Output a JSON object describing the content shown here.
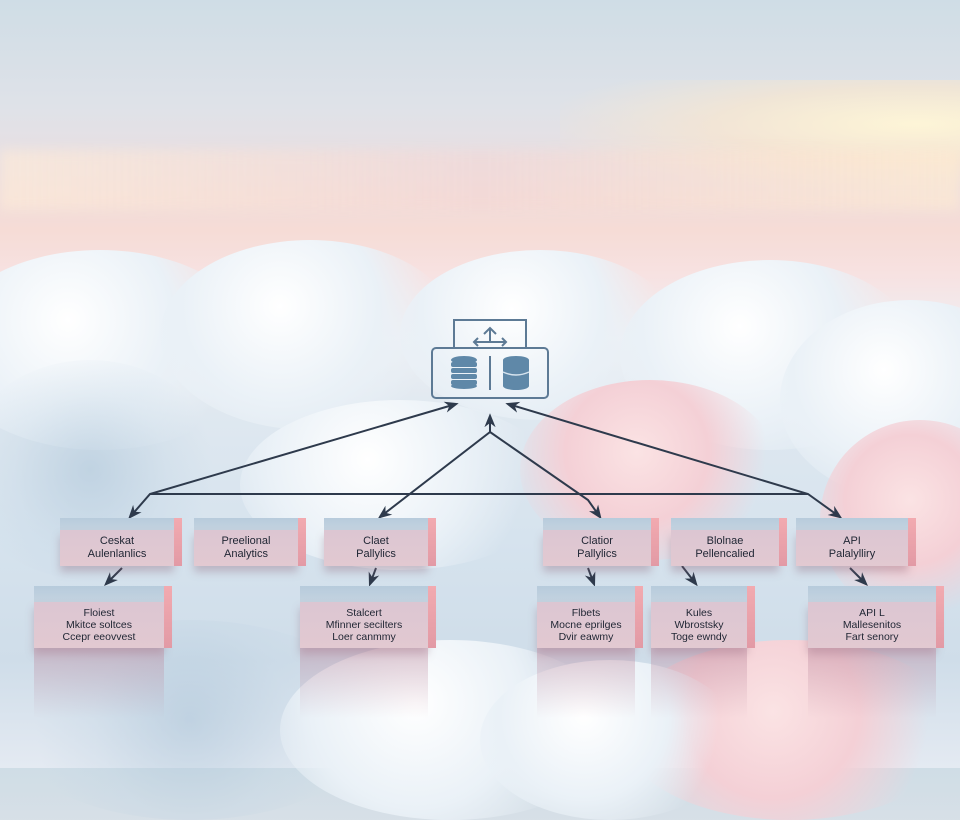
{
  "diagram": {
    "hub": {
      "label": "",
      "icons": [
        "database-stack-icon",
        "database-cylinder-icon",
        "bidirectional-sync-icon"
      ]
    },
    "tier1": [
      {
        "id": "t1-0",
        "lines": [
          "Ceskat",
          "Aulenlanlics"
        ]
      },
      {
        "id": "t1-1",
        "lines": [
          "Preelional",
          "Analytics"
        ]
      },
      {
        "id": "t1-2",
        "lines": [
          "Claet",
          "Pallylics"
        ]
      },
      {
        "id": "t1-3",
        "lines": [
          "Clatior",
          "Pallylics"
        ]
      },
      {
        "id": "t1-4",
        "lines": [
          "Blolnae",
          "Pellencalied"
        ]
      },
      {
        "id": "t1-5",
        "lines": [
          "API",
          "Palalylliry"
        ]
      }
    ],
    "tier2": [
      {
        "id": "t2-0",
        "lines": [
          "Floiest",
          "Mkitce soltces",
          "Ccepr eeovvest"
        ]
      },
      {
        "id": "t2-1",
        "lines": [
          "Stalcert",
          "Mfinner secilters",
          "Loer canmmy"
        ]
      },
      {
        "id": "t2-2",
        "lines": [
          "Flbets",
          "Mocne eprilges",
          "Dvir eawmy"
        ]
      },
      {
        "id": "t2-3",
        "lines": [
          "Kules",
          "Wbrostsky",
          "Toge ewndy"
        ]
      },
      {
        "id": "t2-4",
        "lines": [
          "API L",
          "Mallesenitos",
          "Fart senory"
        ]
      }
    ],
    "edges": [
      {
        "from": "hub",
        "to": "t1-0",
        "style": "bidirectional"
      },
      {
        "from": "hub",
        "to": "t1-2",
        "style": "bidirectional"
      },
      {
        "from": "hub",
        "to": "t1-3",
        "style": "bidirectional"
      },
      {
        "from": "hub",
        "to": "t1-5",
        "style": "bidirectional"
      },
      {
        "from": "t1-0",
        "to": "t1-5",
        "style": "horizontal-bus"
      },
      {
        "from": "t1-0",
        "to": "t2-0"
      },
      {
        "from": "t1-2",
        "to": "t2-1"
      },
      {
        "from": "t1-3",
        "to": "t2-2"
      },
      {
        "from": "t1-4",
        "to": "t2-3"
      },
      {
        "from": "t1-5",
        "to": "t2-4"
      }
    ],
    "colors": {
      "arrow": "#2e3a4c",
      "hub_stroke": "#5d7a95",
      "hub_icon_fill": "#5f88a8",
      "box_top": "#bccfde",
      "box_face": "#dfc8d2",
      "box_side": "#eea6ae",
      "text": "#1f2533"
    }
  }
}
